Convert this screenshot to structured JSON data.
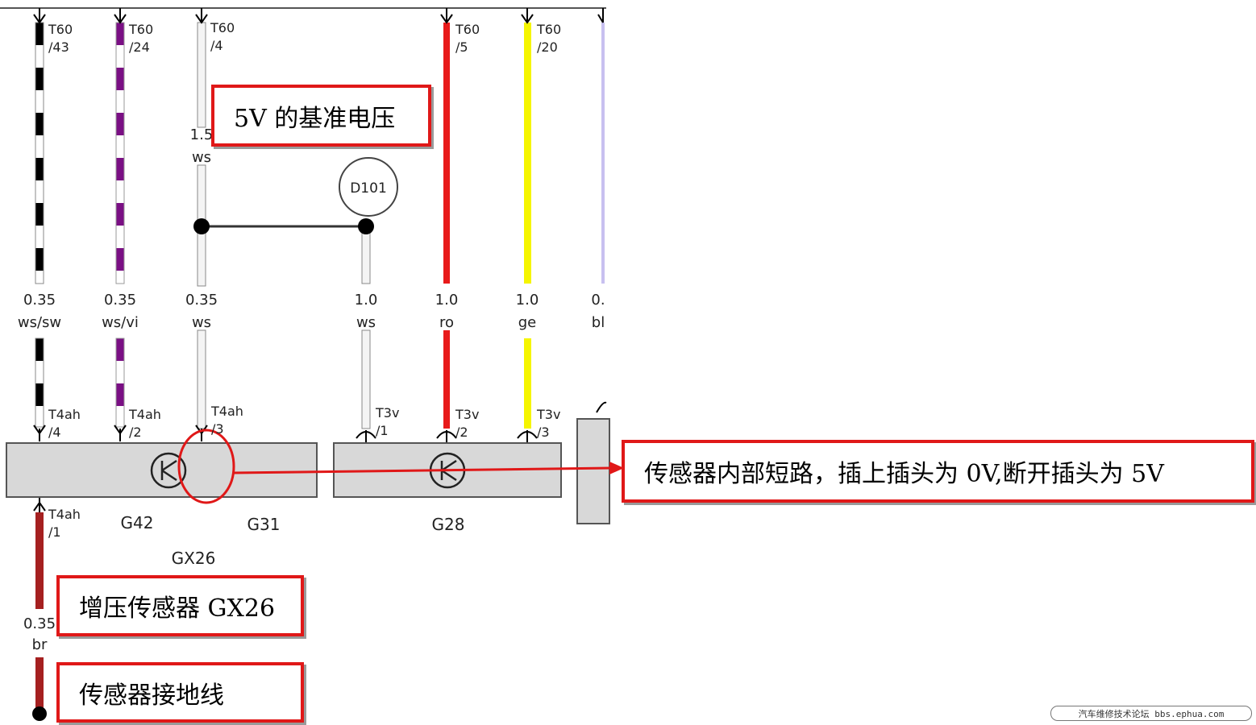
{
  "wires": [
    {
      "id": "w1",
      "connector_top": "T60",
      "pin_top": "/43",
      "gauge": "0.35",
      "color_code": "ws/sw",
      "connector_bottom": "T4ah",
      "pin_bottom": "/4",
      "colors": [
        "#ffffff",
        "#000000"
      ]
    },
    {
      "id": "w2",
      "connector_top": "T60",
      "pin_top": "/24",
      "gauge": "0.35",
      "color_code": "ws/vi",
      "connector_bottom": "T4ah",
      "pin_bottom": "/2",
      "colors": [
        "#ffffff",
        "#7a0f84"
      ]
    },
    {
      "id": "w3",
      "connector_top": "T60",
      "pin_top": "/4",
      "gauge": "0.35",
      "gauge_upper": "1.5",
      "color_code": "ws",
      "color_code_upper": "ws",
      "connector_bottom": "T4ah",
      "pin_bottom": "/3",
      "colors": [
        "#f4f4f4"
      ]
    },
    {
      "id": "w4",
      "gauge": "1.0",
      "color_code": "ws",
      "connector_bottom": "T3v",
      "pin_bottom": "/1",
      "colors": [
        "#f4f4f4"
      ]
    },
    {
      "id": "w5",
      "connector_top": "T60",
      "pin_top": "/5",
      "gauge": "1.0",
      "color_code": "ro",
      "connector_bottom": "T3v",
      "pin_bottom": "/2",
      "colors": [
        "#e81a1a"
      ]
    },
    {
      "id": "w6",
      "connector_top": "T60",
      "pin_top": "/20",
      "gauge": "1.0",
      "color_code": "ge",
      "connector_bottom": "T3v",
      "pin_bottom": "/3",
      "colors": [
        "#f5f500"
      ]
    },
    {
      "id": "w7",
      "gauge": "0.",
      "color_code": "bl",
      "colors": [
        "#c8c0f0"
      ]
    },
    {
      "id": "w8",
      "connector_top": "T4ah",
      "pin_top": "/1",
      "gauge": "0.35",
      "color_code": "br",
      "colors": [
        "#a52020"
      ]
    }
  ],
  "splice": {
    "label": "D101"
  },
  "components": {
    "g42": "G42",
    "g31": "G31",
    "g28": "G28",
    "gx26": "GX26"
  },
  "callouts": {
    "reference_voltage": "5V 的基准电压",
    "short_circuit": "传感器内部短路，插上插头为 0V,断开插头为 5V",
    "boost_sensor": "增压传感器 GX26",
    "ground_wire": "传感器接地线"
  },
  "watermark": "汽车维修技术论坛 bbs.ephua.com",
  "accent_color": "#e01818"
}
